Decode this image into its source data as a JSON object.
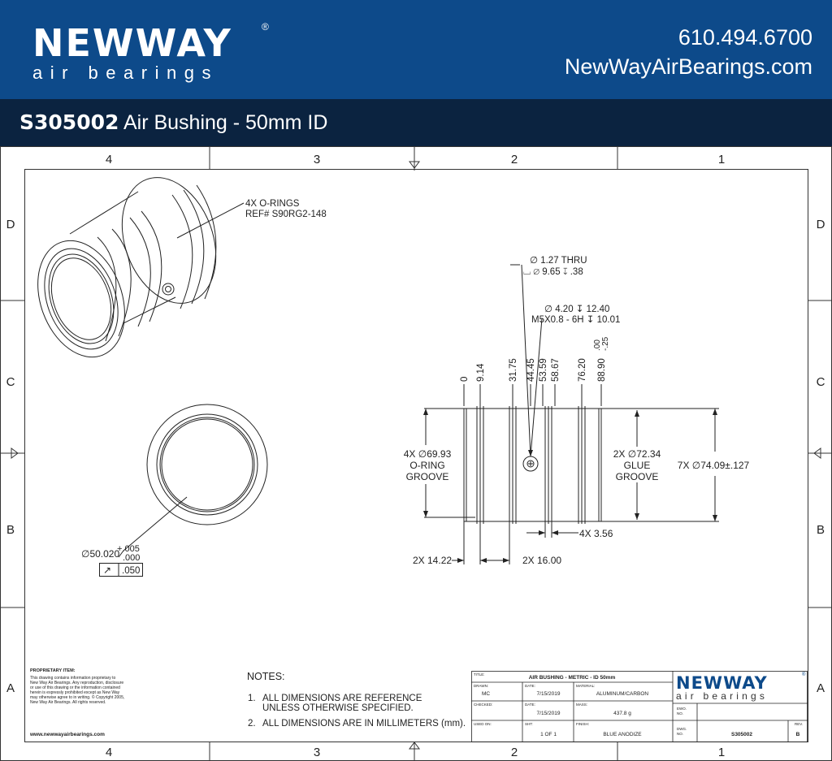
{
  "brand": {
    "name": "NEWWAY",
    "reg": "®",
    "tagline": "air bearings"
  },
  "contact": {
    "phone": "610.494.6700",
    "website": "NewWayAirBearings.com"
  },
  "title": {
    "part_number": "S305002",
    "description": "Air Bushing - 50mm ID"
  },
  "grid": {
    "columns": [
      "4",
      "3",
      "2",
      "1"
    ],
    "rows": [
      "D",
      "C",
      "B",
      "A"
    ]
  },
  "callouts": {
    "orings_1": "4X O-RINGS",
    "orings_2": "REF# S90RG2-148",
    "hole_1": "∅ 1.27 THRU",
    "hole_2": "⌴ ∅ 9.65 ↧ .38",
    "tap_1": "∅ 4.20 ↧ 12.40",
    "tap_2": "M5X0.8 - 6H ↧ 10.01",
    "bore": "∅50.020",
    "bore_tol_upper": "+.005",
    "bore_tol_lower": ".000",
    "runout_symbol": "↗",
    "runout_value": ".050",
    "oring_groove_1": "4X ∅69.93",
    "oring_groove_2": "O-RING",
    "oring_groove_3": "GROOVE",
    "glue_groove_1": "2X ∅72.34",
    "glue_groove_2": "GLUE",
    "glue_groove_3": "GROOVE",
    "od": "7X ∅74.09±.127",
    "groove_width": "4X 3.56",
    "dim_a": "2X 14.22",
    "dim_b": "2X 16.00"
  },
  "ordinates": [
    "0",
    "9.14",
    "31.75",
    "44.45",
    "53.59",
    "58.67",
    "76.20",
    "88.90"
  ],
  "ordinate_tol": {
    "upper": ".00",
    "lower": "-.25"
  },
  "notes": {
    "heading": "NOTES:",
    "n1_num": "1.",
    "n1_line1": "ALL DIMENSIONS ARE REFERENCE",
    "n1_line2": "UNLESS OTHERWISE SPECIFIED.",
    "n2_num": "2.",
    "n2": "ALL DIMENSIONS ARE IN MILLIMETERS (mm)."
  },
  "proprietary": {
    "heading": "PROPRIETARY ITEM:",
    "lines": [
      "This drawing contains information proprietary to",
      "New Way Air Bearings. Any reproduction, disclosure",
      "or use of this drawing or the information contained",
      "herein is expressly prohibited except as New Way",
      "may otherwise agree to in writing. © Copyright 2005,",
      "New Way Air Bearings. All rights reserved."
    ],
    "url": "www.newwayairbearings.com"
  },
  "title_block": {
    "title_label": "TITLE:",
    "title_value": "AIR BUSHING - METRIC - ID 50mm",
    "drawn_label": "DRAWN:",
    "drawn_value": "MC",
    "date_label": "DATE:",
    "date1_value": "7/15/2019",
    "material_label": "MATERIAL:",
    "material_value": "ALUMINUM/CARBON",
    "checked_label": "CHECKED:",
    "date2_value": "7/15/2019",
    "mass_label": "MASS:",
    "mass_value": "437.8 g",
    "used_on_label": "USED ON:",
    "sht_label": "SHT:",
    "sht_value": "1 OF 1",
    "finish_label": "FINISH:",
    "finish_value": "BLUE ANODIZE",
    "ewo_label_1": "EWO.",
    "ewo_label_2": "NO.",
    "dwg_label_1": "DWG.",
    "dwg_label_2": "NO.",
    "dwg_value": "S305002",
    "rev_label": "REV.",
    "rev_value": "B"
  }
}
